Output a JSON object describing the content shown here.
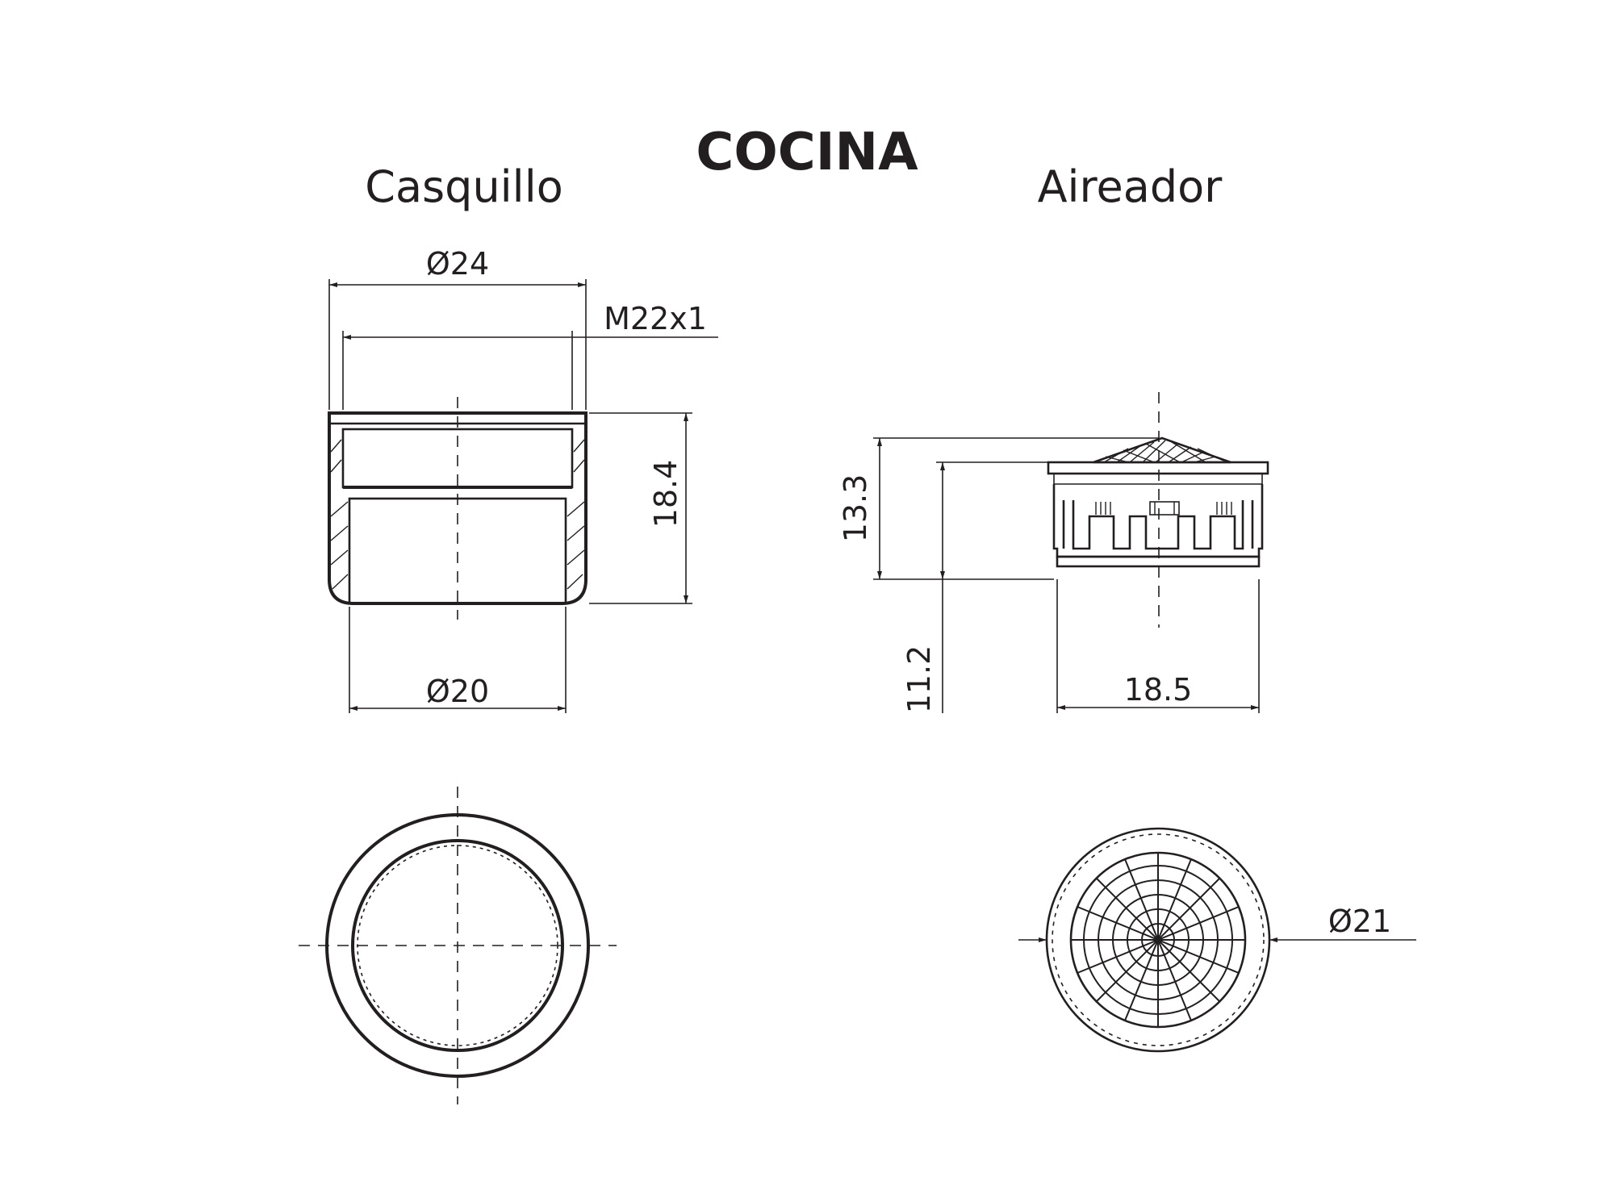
{
  "title": "COCINA",
  "views": {
    "casquillo": {
      "label": "Casquillo",
      "dim_outer_diameter": "Ø24",
      "dim_thread": "M22x1",
      "dim_height": "18.4",
      "dim_inner_diameter": "Ø20"
    },
    "aireador": {
      "label": "Aireador",
      "dim_total_height": "13.3",
      "dim_insert_height": "11.2",
      "dim_body_width": "18.5",
      "dim_outer_diameter": "Ø21"
    }
  },
  "colors": {
    "line": "#231f20",
    "background": "#ffffff"
  }
}
